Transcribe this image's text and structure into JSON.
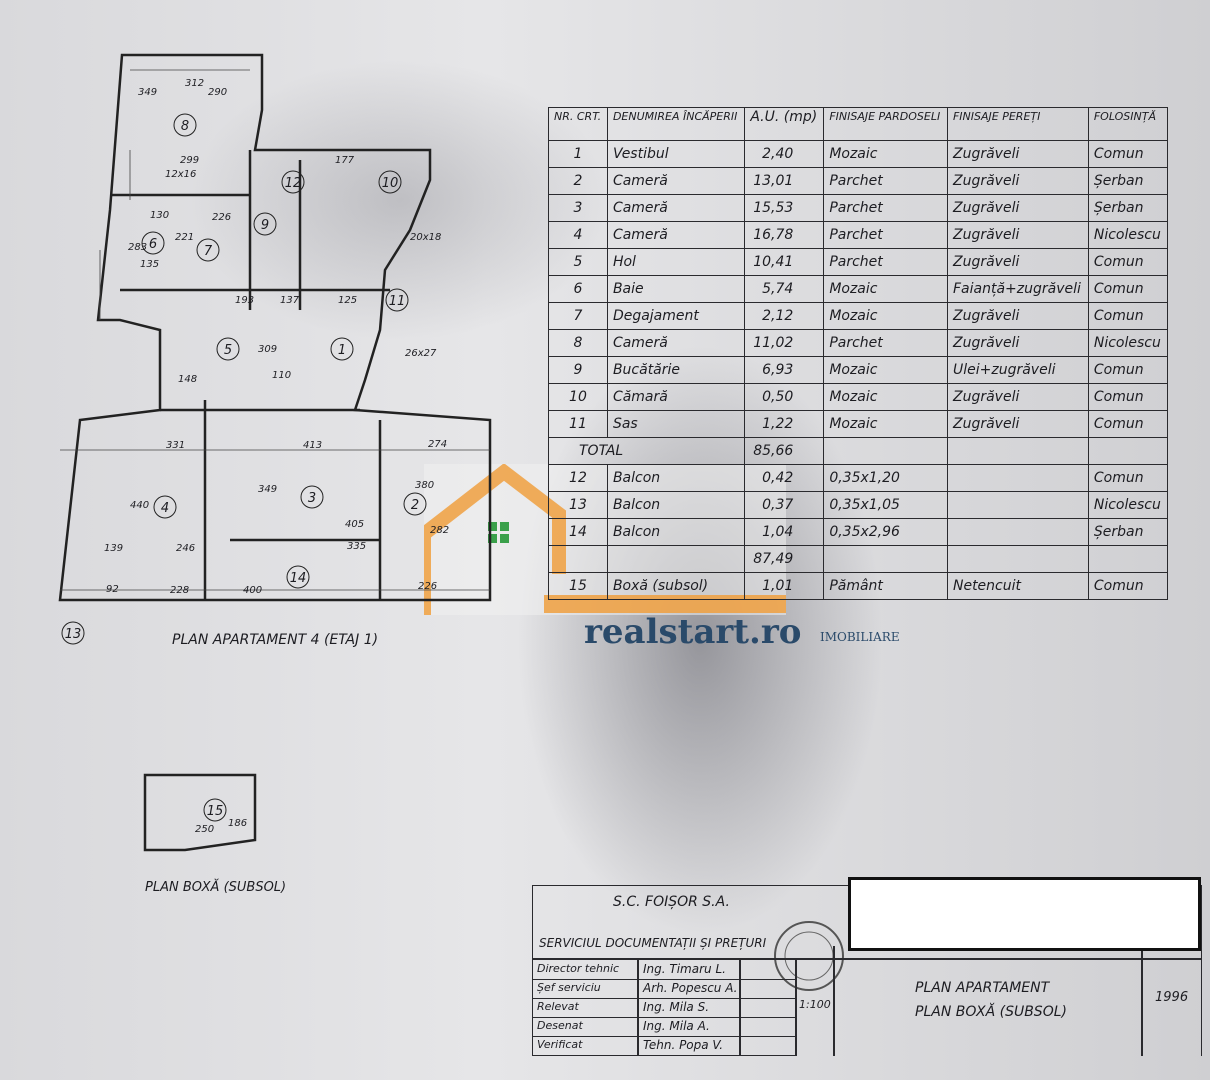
{
  "room_table": {
    "headers": [
      "NR. CRT.",
      "DENUMIREA ÎNCĂPERII",
      "A.U. (mp)",
      "FINISAJE PARDOSELI",
      "FINISAJE PEREȚI",
      "FOLOSINȚĂ"
    ],
    "rows": [
      [
        "1",
        "Vestibul",
        "2,40",
        "Mozaic",
        "Zugrăveli",
        "Comun"
      ],
      [
        "2",
        "Cameră",
        "13,01",
        "Parchet",
        "Zugrăveli",
        "Șerban"
      ],
      [
        "3",
        "Cameră",
        "15,53",
        "Parchet",
        "Zugrăveli",
        "Șerban"
      ],
      [
        "4",
        "Cameră",
        "16,78",
        "Parchet",
        "Zugrăveli",
        "Nicolescu"
      ],
      [
        "5",
        "Hol",
        "10,41",
        "Parchet",
        "Zugrăveli",
        "Comun"
      ],
      [
        "6",
        "Baie",
        "5,74",
        "Mozaic",
        "Faianță+zugrăveli",
        "Comun"
      ],
      [
        "7",
        "Degajament",
        "2,12",
        "Mozaic",
        "Zugrăveli",
        "Comun"
      ],
      [
        "8",
        "Cameră",
        "11,02",
        "Parchet",
        "Zugrăveli",
        "Nicolescu"
      ],
      [
        "9",
        "Bucătărie",
        "6,93",
        "Mozaic",
        "Ulei+zugrăveli",
        "Comun"
      ],
      [
        "10",
        "Cămară",
        "0,50",
        "Mozaic",
        "Zugrăveli",
        "Comun"
      ],
      [
        "11",
        "Sas",
        "1,22",
        "Mozaic",
        "Zugrăveli",
        "Comun"
      ]
    ],
    "total_label": "TOTAL",
    "total_value": "85,66",
    "extra_rows": [
      [
        "12",
        "Balcon",
        "0,42",
        "0,35x1,20",
        "",
        "Comun"
      ],
      [
        "13",
        "Balcon",
        "0,37",
        "0,35x1,05",
        "",
        "Nicolescu"
      ],
      [
        "14",
        "Balcon",
        "1,04",
        "0,35x2,96",
        "",
        "Șerban"
      ],
      [
        "",
        "",
        "87,49",
        "",
        "",
        ""
      ],
      [
        "15",
        "Boxă (subsol)",
        "1,01",
        "Pământ",
        "Netencuit",
        "Comun"
      ]
    ]
  },
  "plans": {
    "apartment_caption": "PLAN APARTAMENT 4 (ETAJ 1)",
    "box_caption": "PLAN BOXĂ (SUBSOL)",
    "room_labels": [
      "8",
      "12",
      "10",
      "6",
      "7",
      "9",
      "11",
      "5",
      "1",
      "4",
      "3",
      "2",
      "14",
      "13"
    ],
    "box_label": "15",
    "dimensions": [
      "312",
      "349",
      "290",
      "299",
      "177",
      "12x16",
      "130",
      "226",
      "20x18",
      "283",
      "221",
      "135",
      "193",
      "137",
      "125",
      "309",
      "110",
      "148",
      "26x27",
      "331",
      "413",
      "274",
      "440",
      "349",
      "380",
      "405",
      "282",
      "139",
      "246",
      "335",
      "228",
      "400",
      "226",
      "92",
      "250",
      "186"
    ]
  },
  "title_block": {
    "company": "S.C. FOIȘOR S.A.",
    "department": "SERVICIUL DOCUMENTAȚII ȘI PREȚURI",
    "staff": [
      [
        "Director tehnic",
        "Ing. Timaru L."
      ],
      [
        "Șef serviciu",
        "Arh. Popescu A."
      ],
      [
        "Relevat",
        "Ing. Mila S."
      ],
      [
        "Desenat",
        "Ing. Mila A."
      ],
      [
        "Verificat",
        "Tehn. Popa V."
      ]
    ],
    "scale": "1:100",
    "drawing_title_1": "PLAN APARTAMENT",
    "drawing_title_2": "PLAN BOXĂ (SUBSOL)",
    "year": "1996"
  },
  "watermark": {
    "brand": "realstart.ro",
    "sub": "IMOBILIARE",
    "color": "#f0a040",
    "green": "#3aa04a"
  }
}
